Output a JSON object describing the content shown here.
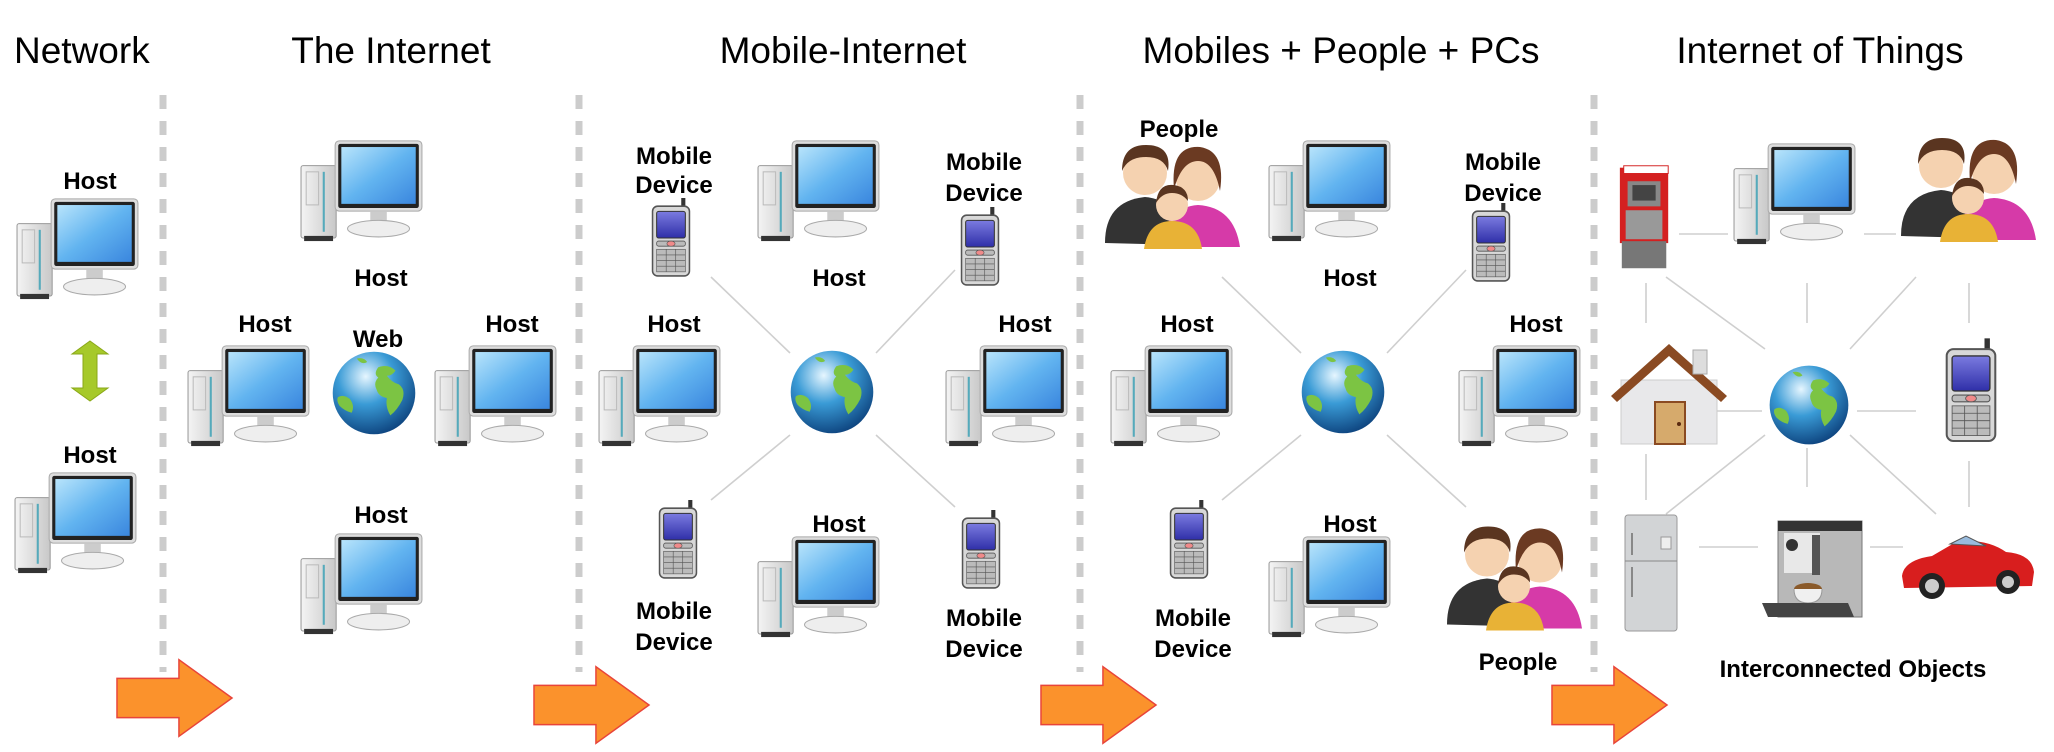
{
  "stages": [
    {
      "title": "Network",
      "labels": {
        "host_top": "Host",
        "host_bottom": "Host"
      }
    },
    {
      "title": "The Internet",
      "labels": {
        "host_top": "Host",
        "host_left": "Host",
        "web": "Web",
        "host_right": "Host",
        "host_bottom": "Host"
      }
    },
    {
      "title": "Mobile-Internet",
      "labels": {
        "mobile_tl_1": "Mobile",
        "mobile_tl_2": "Device",
        "host_top": "Host",
        "mobile_tr_1": "Mobile",
        "mobile_tr_2": "Device",
        "host_left": "Host",
        "host_right": "Host",
        "mobile_bl_1": "Mobile",
        "mobile_bl_2": "Device",
        "host_bottom": "Host",
        "mobile_br_1": "Mobile",
        "mobile_br_2": "Device"
      }
    },
    {
      "title": "Mobiles + People + PCs",
      "labels": {
        "people_top": "People",
        "host_top": "Host",
        "mobile_tr_1": "Mobile",
        "mobile_tr_2": "Device",
        "host_left": "Host",
        "host_right": "Host",
        "mobile_bl_1": "Mobile",
        "mobile_bl_2": "Device",
        "host_bottom": "Host",
        "people_bottom": "People"
      }
    },
    {
      "title": "Internet of Things",
      "labels": {
        "caption": "Interconnected Objects"
      }
    }
  ],
  "colors": {
    "arrow": "#fb922c",
    "arrow_stroke": "#e8443a",
    "divider": "#cccccc",
    "link_arrow": "#a6c92a"
  }
}
